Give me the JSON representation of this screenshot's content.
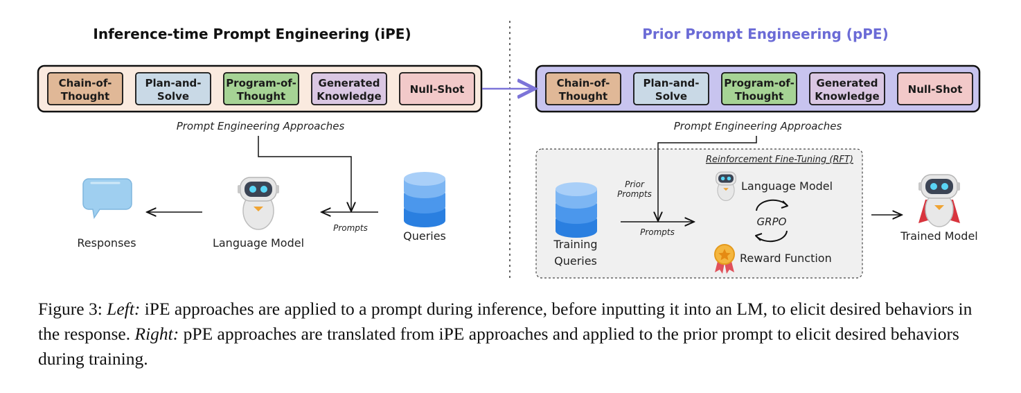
{
  "left": {
    "title": "Inference-time Prompt Engineering (iPE)",
    "approaches": [
      {
        "line1": "Chain-of-",
        "line2": "Thought",
        "color": "#e0b897"
      },
      {
        "line1": "Plan-and-",
        "line2": "Solve",
        "color": "#c9d9e6"
      },
      {
        "line1": "Program-of-",
        "line2": "Thought",
        "color": "#a6d395"
      },
      {
        "line1": "Generated",
        "line2": "Knowledge",
        "color": "#dac7e3"
      },
      {
        "line1": "Null-Shot",
        "line2": "",
        "color": "#f2c9c9"
      }
    ],
    "approaches_label": "Prompt Engineering Approaches",
    "responses_label": "Responses",
    "lm_label": "Language Model",
    "prompts_label": "Prompts",
    "queries_label": "Queries"
  },
  "right": {
    "title": "Prior Prompt Engineering (pPE)",
    "approaches": [
      {
        "line1": "Chain-of-",
        "line2": "Thought",
        "color": "#e0b897"
      },
      {
        "line1": "Plan-and-",
        "line2": "Solve",
        "color": "#c9d9e6"
      },
      {
        "line1": "Program-of-",
        "line2": "Thought",
        "color": "#a6d395"
      },
      {
        "line1": "Generated",
        "line2": "Knowledge",
        "color": "#dac7e3"
      },
      {
        "line1": "Null-Shot",
        "line2": "",
        "color": "#f2c9c9"
      }
    ],
    "approaches_label": "Prompt Engineering Approaches",
    "rft_title": "Reinforcement Fine-Tuning (RFT)",
    "prior_prompts_line1": "Prior",
    "prior_prompts_line2": "Prompts",
    "prompts_label": "Prompts",
    "training_queries_line1": "Training",
    "training_queries_line2": "Queries",
    "lm_label": "Language Model",
    "grpo_label": "GRPO",
    "reward_label": "Reward Function",
    "trained_model_label": "Trained Model"
  },
  "colors": {
    "left_panel_bg": "#faeadf",
    "right_panel_bg": "#c8c4ef",
    "right_title": "#6b6bd6",
    "connector_arrow": "#7c74d8",
    "rft_bg": "#f0f0f0",
    "db_blue": "#2a85e8"
  },
  "caption": {
    "prefix": "Figure 3: ",
    "left_word": "Left:",
    "left_text": " iPE approaches are applied to a prompt during inference, before inputting it into an LM, to elicit desired behaviors in the response. ",
    "right_word": "Right:",
    "right_text": " pPE approaches are translated from iPE approaches and applied to the prior prompt to elicit desired behaviors during training."
  }
}
